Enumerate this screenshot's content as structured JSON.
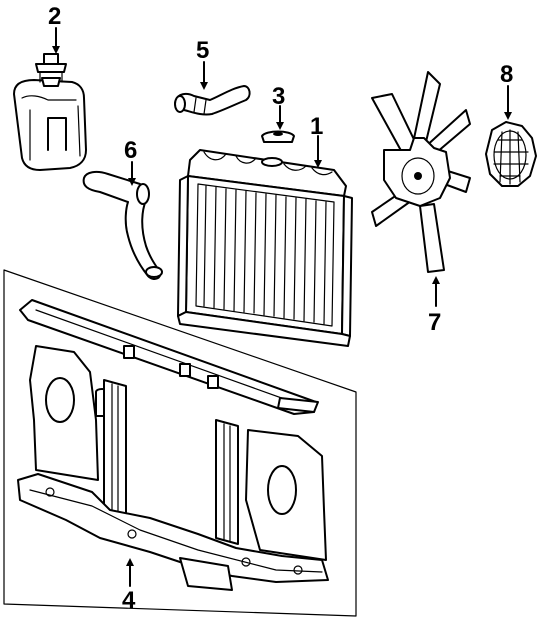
{
  "callouts": [
    {
      "id": "radiator",
      "label": "1"
    },
    {
      "id": "reservoir-cap",
      "label": "2"
    },
    {
      "id": "radiator-cap",
      "label": "3"
    },
    {
      "id": "support-panel",
      "label": "4"
    },
    {
      "id": "upper-hose",
      "label": "5"
    },
    {
      "id": "lower-hose",
      "label": "6"
    },
    {
      "id": "fan-blade",
      "label": "7"
    },
    {
      "id": "fan-clutch",
      "label": "8"
    }
  ]
}
